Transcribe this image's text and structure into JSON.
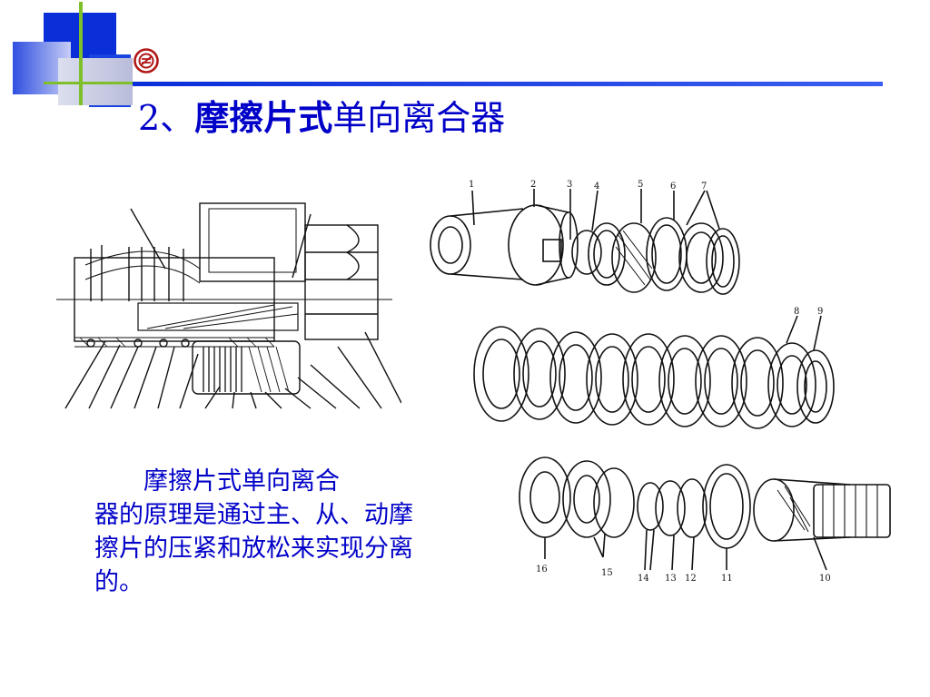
{
  "slide": {
    "title_number": "2、",
    "title_bold": "摩擦片式",
    "title_rest": "单向离合器",
    "description_line1": "摩擦片式单向离合",
    "description_rest": "器的原理是通过主、从、动摩擦片的压紧和放松来实现分离的。"
  },
  "figure_labels": {
    "top_row": [
      "1",
      "2",
      "3",
      "4",
      "5",
      "6",
      "7"
    ],
    "middle_row": [
      "8",
      "9"
    ],
    "bottom_row": [
      "16",
      "15",
      "14",
      "13",
      "12",
      "11",
      "10"
    ]
  },
  "colors": {
    "title_blue": "#0000c8",
    "accent_blue": "#0a2ed8",
    "accent_green": "#7fbf2a"
  }
}
